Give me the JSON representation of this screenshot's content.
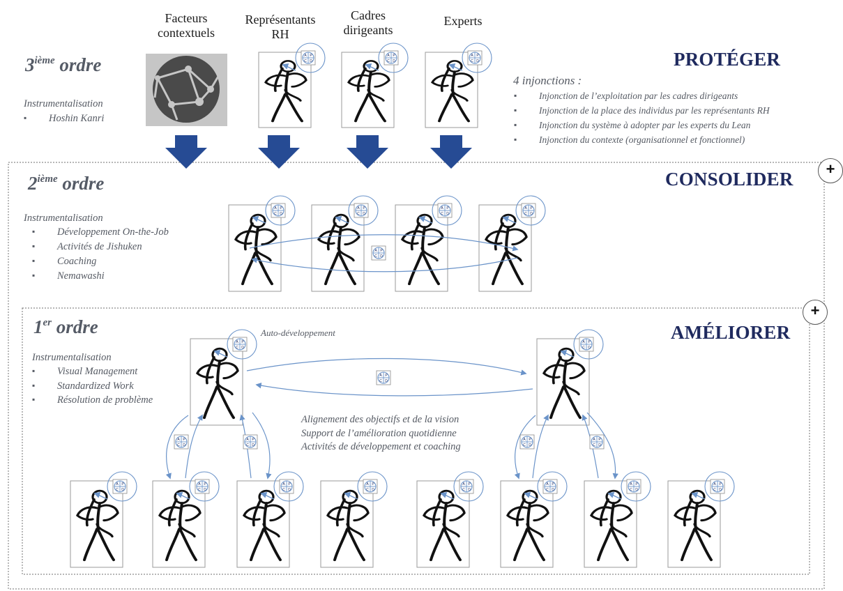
{
  "columns": {
    "context": "Facteurs\ncontextuels",
    "hr": "Représentants\nRH",
    "leaders": "Cadres\ndirigeants",
    "experts": "Experts"
  },
  "third_order": {
    "level_base": "3",
    "level_sup": "ième",
    "level_word": "ordre",
    "phase": "PROTÉGER",
    "instr_title": "Instrumentalisation",
    "instr_items": [
      "Hoshin Kanri"
    ],
    "injunctions_title": "4 injonctions :",
    "injunctions": [
      "Injonction de l’exploitation par les cadres dirigeants",
      "Injonction de la place des individus par les représentants RH",
      "Injonction du système à adopter par les experts du Lean",
      "Injonction du contexte (organisationnel et fonctionnel)"
    ]
  },
  "second_order": {
    "level_base": "2",
    "level_sup": "ième",
    "level_word": "ordre",
    "phase": "CONSOLIDER",
    "instr_title": "Instrumentalisation",
    "instr_items": [
      "Développement On-the-Job",
      "Activités de Jishuken",
      "Coaching",
      "Nemawashi"
    ],
    "plus": "+"
  },
  "first_order": {
    "level_base": "1",
    "level_sup": "er",
    "level_word": "ordre",
    "phase": "AMÉLIORER",
    "instr_title": "Instrumentalisation",
    "instr_items": [
      "Visual Management",
      "Standardized Work",
      "Résolution de problème"
    ],
    "self_dev": "Auto-développement",
    "alignment": [
      "Alignement des objectifs et de la vision",
      "Support de l’amélioration quotidienne",
      "Activités de développement et coaching"
    ],
    "plus": "+"
  },
  "pdca": {
    "p": "P",
    "a": "A",
    "c": "C",
    "d": "D"
  },
  "colors": {
    "arrow_blue": "#264b94",
    "cycle_blue": "#6a93c9",
    "phase_navy": "#1f2a5e",
    "globe_bg": "#c6c6c6",
    "globe_fg": "#4a4a4a"
  }
}
